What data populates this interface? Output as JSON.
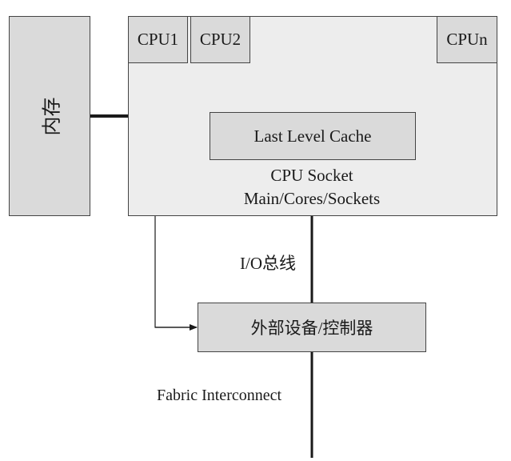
{
  "memory": {
    "label": "内存"
  },
  "cpus": [
    "CPU1",
    "CPU2",
    "CPUn"
  ],
  "cache": {
    "label": "Last Level Cache"
  },
  "socket": {
    "line1": "CPU Socket",
    "line2": "Main/Cores/Sockets"
  },
  "bus": {
    "label": "I/O总线"
  },
  "device": {
    "label": "外部设备/控制器"
  },
  "fabric": {
    "label": "Fabric Interconnect"
  },
  "colors": {
    "box_fill": "#dadada",
    "socket_fill": "#ededed",
    "border": "#444444",
    "line": "#1a1a1a"
  }
}
